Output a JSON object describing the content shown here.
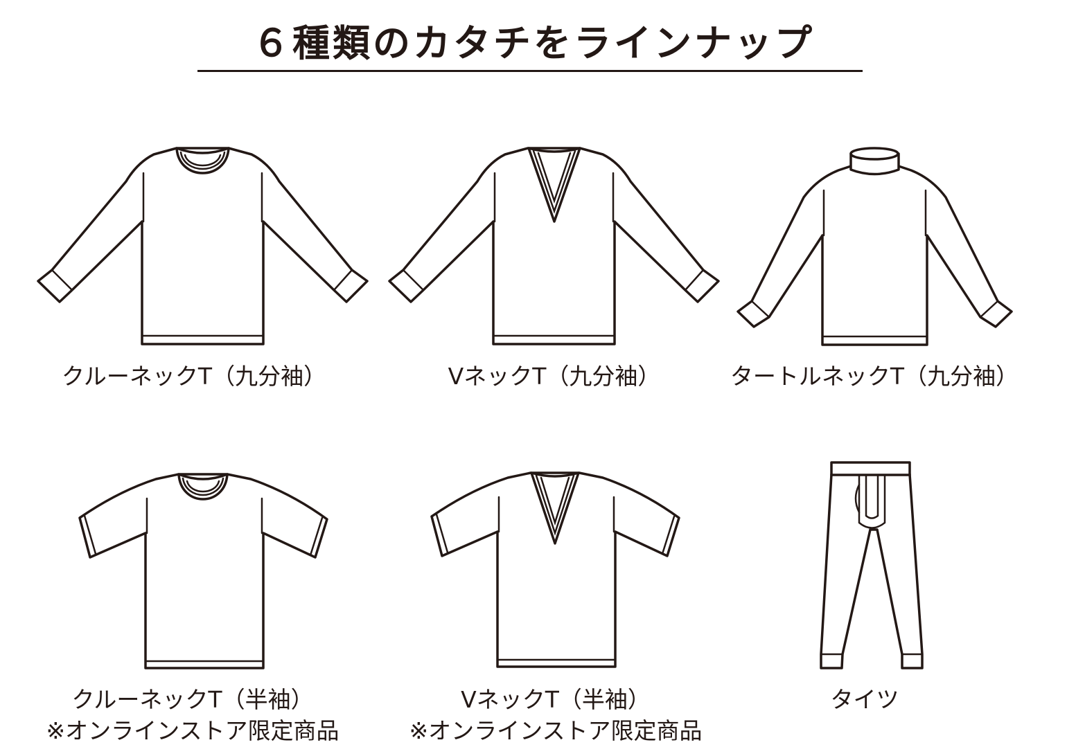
{
  "title": "６種類のカタチをラインナップ",
  "colors": {
    "line": "#231815",
    "background": "#ffffff"
  },
  "items": [
    {
      "label": "クルーネックT（九分袖）",
      "note": ""
    },
    {
      "label": "VネックT（九分袖）",
      "note": ""
    },
    {
      "label": "タートルネックT（九分袖）",
      "note": ""
    },
    {
      "label": "クルーネックT（半袖）",
      "note": "※オンラインストア限定商品"
    },
    {
      "label": "VネックT（半袖）",
      "note": "※オンラインストア限定商品"
    },
    {
      "label": "タイツ",
      "note": ""
    }
  ]
}
